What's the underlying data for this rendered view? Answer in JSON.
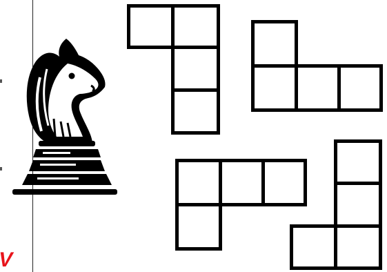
{
  "puzzle": {
    "red_label": "V",
    "accent_color": "#e8141b",
    "piece_icon": "chess-knight-icon",
    "tile_color": "#000000",
    "pieces": [
      {
        "name": "l-piece-top-left",
        "cells": [
          [
            0,
            0
          ],
          [
            1,
            0
          ],
          [
            1,
            1
          ],
          [
            1,
            2
          ]
        ]
      },
      {
        "name": "l-piece-top-right",
        "cells": [
          [
            0,
            0
          ],
          [
            0,
            1
          ],
          [
            1,
            1
          ],
          [
            2,
            1
          ]
        ]
      },
      {
        "name": "l-piece-bottom-left",
        "cells": [
          [
            0,
            0
          ],
          [
            1,
            0
          ],
          [
            2,
            0
          ],
          [
            0,
            1
          ]
        ]
      },
      {
        "name": "j-piece-bottom-right",
        "cells": [
          [
            1,
            0
          ],
          [
            1,
            1
          ],
          [
            0,
            2
          ],
          [
            1,
            2
          ]
        ]
      }
    ]
  }
}
